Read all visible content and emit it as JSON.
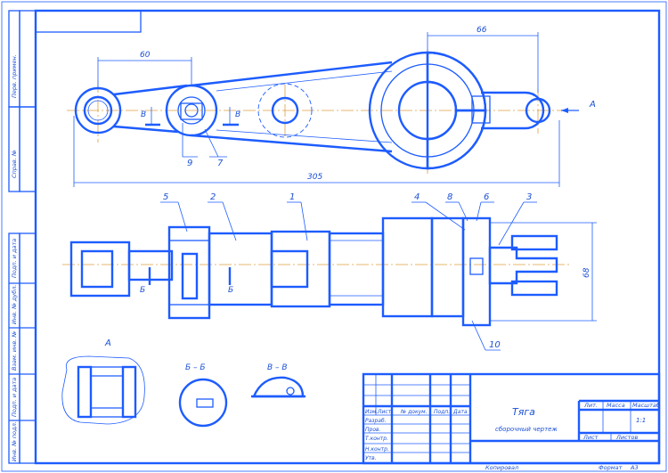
{
  "dimensions": {
    "top_left": "60",
    "top_right": "66",
    "overall": "305",
    "height_right": "68"
  },
  "callouts": [
    "1",
    "2",
    "3",
    "4",
    "5",
    "6",
    "7",
    "8",
    "9",
    "10"
  ],
  "section_marks": {
    "b": "Б",
    "v": "В",
    "a": "А"
  },
  "views": {
    "view_a": "А",
    "section_bb": "Б – Б",
    "section_vv": "В – В"
  },
  "side_stamps": [
    "Перв. примен.",
    "Справ. №",
    "Подп. и дата",
    "Инв. № дубл.",
    "Взам. инв. №",
    "Подп. и дата",
    "Инв. № подл."
  ],
  "title_block": {
    "name": "Тяга",
    "doc_type": "сборочный чертеж",
    "lit": "Лит.",
    "mass": "Масса",
    "scale": "Масштаб",
    "scale_value": "1:1",
    "sheet": "Лист",
    "sheets": "Листов",
    "izm": "Изм.",
    "list": "Лист",
    "docnum": "№ докум.",
    "podp": "Подп.",
    "data": "Дата",
    "razrab": "Разраб.",
    "prov": "Пров.",
    "tkontr": "Т.контр.",
    "nkontr": "Н.контр.",
    "utv": "Утв.",
    "copied": "Копировал",
    "format": "Формат",
    "format_value": "А3"
  }
}
